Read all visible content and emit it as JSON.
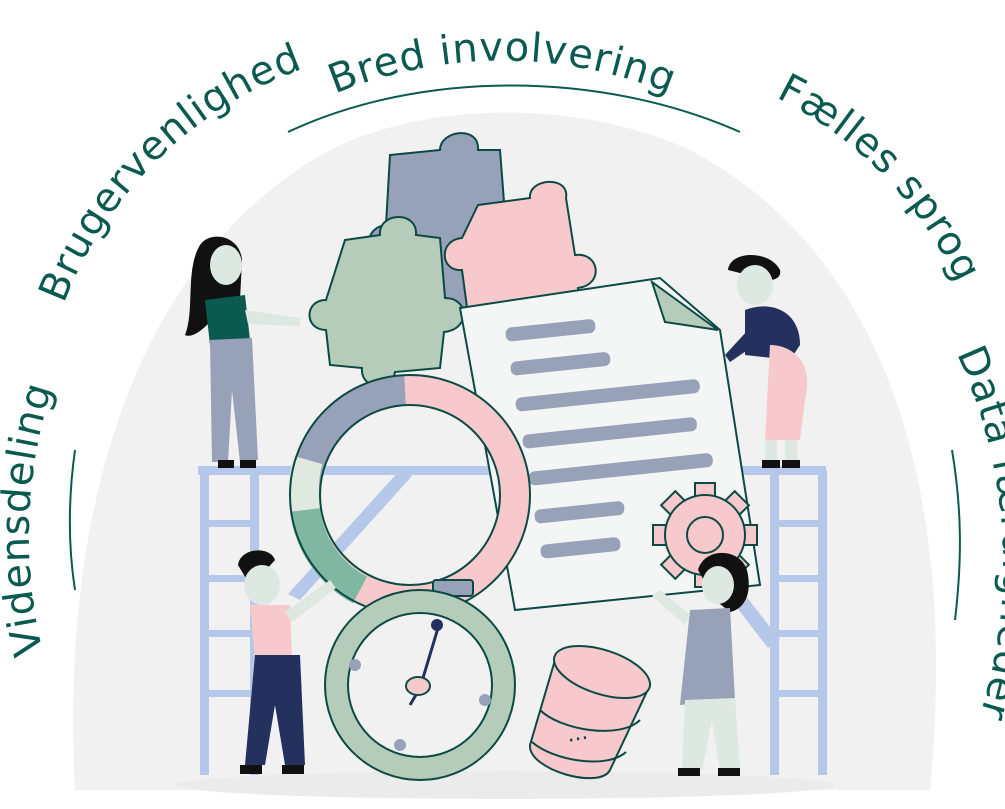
{
  "labels": {
    "top": "Bred involvering",
    "upper_left": "Brugervenlighed",
    "upper_right": "Fælles sprog",
    "left": "Vidensdeling",
    "right": "Data færdigheder"
  },
  "database_label": "...",
  "colors": {
    "text": "#0b5a4f",
    "dome": "#f1f1f1",
    "scaffold": "#b6c8e9",
    "puzzle_blue": "#97a1b8",
    "puzzle_pink": "#f8c9cc",
    "puzzle_green": "#b5ccbb",
    "ink": "#0b4a44",
    "navy": "#24305e",
    "skin": "#dde8e2"
  },
  "icons": [
    "puzzle-icon",
    "document-icon",
    "gear-icon",
    "gauge-icon",
    "database-icon",
    "donut-ring-icon",
    "scaffold-icon"
  ]
}
